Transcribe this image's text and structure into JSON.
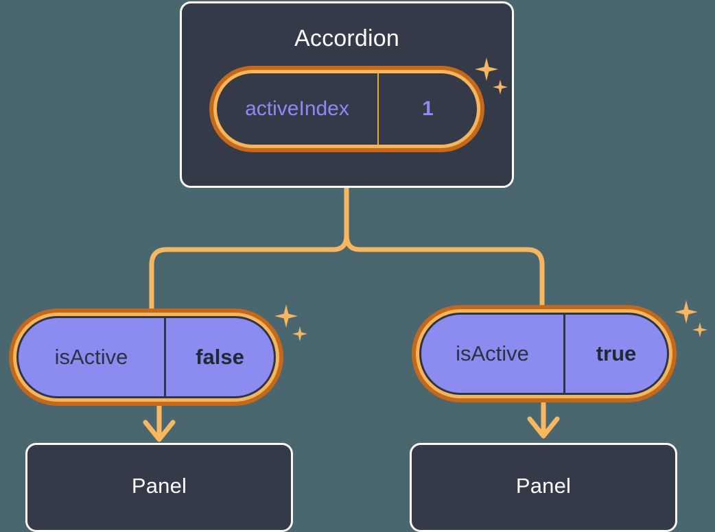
{
  "diagram": {
    "background_color": "#4a666e",
    "accent_color": "#f5b55b",
    "accent_dark_color": "#c4681b",
    "card_color": "#343a48",
    "state_fill_color": "#8b8bf0"
  },
  "root": {
    "title": "Accordion",
    "state": {
      "key": "activeIndex",
      "value": "1"
    },
    "sparkle": {
      "large": "sparkle-star-large",
      "small": "sparkle-star-small"
    }
  },
  "branches": [
    {
      "state": {
        "key": "isActive",
        "value": "false"
      },
      "child": {
        "title": "Panel"
      }
    },
    {
      "state": {
        "key": "isActive",
        "value": "true"
      },
      "child": {
        "title": "Panel"
      }
    }
  ]
}
